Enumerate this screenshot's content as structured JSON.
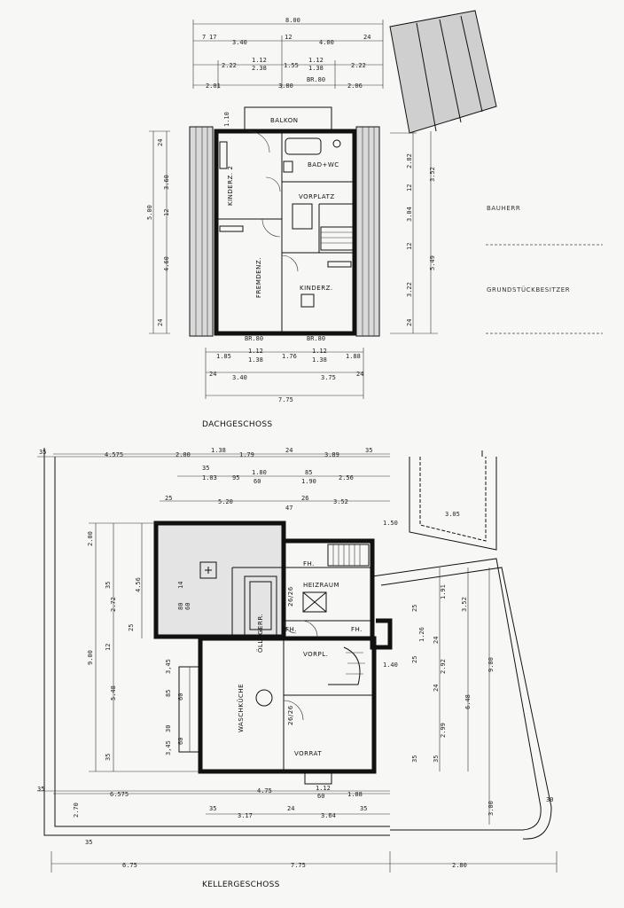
{
  "titles": {
    "attic": "DACHGESCHOSS",
    "basement": "KELLERGESCHOSS"
  },
  "sidebar": {
    "owner_label": "BAUHERR",
    "land_owner_label": "GRUNDSTÜCKBESITZER"
  },
  "attic_rooms": {
    "balcony": "BALKON",
    "bath": "BAD+WC",
    "child1": "KINDERZ. 2",
    "landing": "VORPLATZ",
    "guest": "FREMDENZ.",
    "child2": "KINDERZ."
  },
  "attic_dims": {
    "top_total": "8.00",
    "top_a": "3.40",
    "top_b": "4.00",
    "top_24": "24",
    "top_12": "12",
    "top_7": "7",
    "top_17": "17",
    "row2_a": "2.22",
    "row2_b": "1.12",
    "row2_c": "2.38",
    "row2_d": "1.55",
    "row2_e": "1.12",
    "row2_f": "1.38",
    "row2_g": "2.22",
    "row3_a": "2.01",
    "row3_b": "3.80",
    "row3_c": "2.06",
    "br80_top": "BR.80",
    "left_24a": "24",
    "left_360": "3.60",
    "left_500": "5.00",
    "left_12": "12",
    "left_460": "4.60",
    "left_24b": "24",
    "left_110": "1.10",
    "right_282": "2.82",
    "right_352": "3.52",
    "right_12a": "12",
    "right_304": "3.04",
    "right_12b": "12",
    "right_549": "5.49",
    "right_322": "3.22",
    "right_24": "24",
    "bot_br80a": "BR.80",
    "bot_br80b": "BR.80",
    "bot_112a": "1.12",
    "bot_138a": "1.38",
    "bot_112b": "1.12",
    "bot_138b": "1.38",
    "bot_185": "1.85",
    "bot_176": "1.76",
    "bot_188": "1.88",
    "bot_24a": "24",
    "bot_340": "3.40",
    "bot_375": "3.75",
    "bot_24b": "24",
    "bot_775": "7.75"
  },
  "basement_rooms": {
    "fh1": "FH.",
    "heating": "HEIZRAUM",
    "oil": "ÖLLAGERR.",
    "fh2": "FH.",
    "fh3": "FH.",
    "hall": "VORPL.",
    "laundry": "WASCHKÜCHE",
    "storage": "VORRAT",
    "door1": "26/26",
    "door2": "26/26"
  },
  "basement_dims": {
    "top_35": "35",
    "top_4575": "4.575",
    "top_200": "2.00",
    "top_138": "1.38",
    "top_179": "1.79",
    "top_24": "24",
    "top_389": "3.89",
    "top_35b": "35",
    "r2_35": "35",
    "r2_103": "1.03",
    "r2_95": "95",
    "r2_180": "1.80",
    "r2_60": "60",
    "r2_85": "85",
    "r2_190": "1.90",
    "r2_256": "2.56",
    "r3_25": "25",
    "r3_520": "5.20",
    "r3_47": "47",
    "r3_26": "26",
    "r3_352": "3.52",
    "r3_150": "1.50",
    "r3_305": "3.05",
    "l_200": "2.00",
    "l_35": "35",
    "l_272": "2.72",
    "l_456": "4.56",
    "l_25": "25",
    "l_12": "12",
    "l_900": "9.00",
    "l_548": "5.48",
    "l_35b": "35",
    "l_14": "14",
    "l_80": "80",
    "l_60": "60",
    "w_345a": "3,45",
    "w_85": "85",
    "w_60a": "60",
    "w_60b": "60",
    "w_345b": "3,45",
    "w_30": "30",
    "r_352": "3.52",
    "r_191": "1.91",
    "r_24": "24",
    "r_25": "25",
    "r_126": "1.26",
    "r_140": "1.40",
    "r_292": "2.92",
    "r_24b": "24",
    "r_648": "6.48",
    "r_900": "9.00",
    "r_299": "2.99",
    "r_25b": "25",
    "r_35": "35",
    "r_35b": "35",
    "b_35": "35",
    "b_6575": "6.575",
    "b_475": "4.75",
    "b_112": "1.12",
    "b_60": "60",
    "b_188": "1.88",
    "b_35b": "35",
    "b_317": "3.17",
    "b_24": "24",
    "b_364": "3.64",
    "b_35c": "35",
    "b_270": "2.70",
    "b_300": "3.00",
    "b_30": "30",
    "b_675": "6.75",
    "b_775": "7.75",
    "b_280": "2.80",
    "b_35d": "35"
  }
}
